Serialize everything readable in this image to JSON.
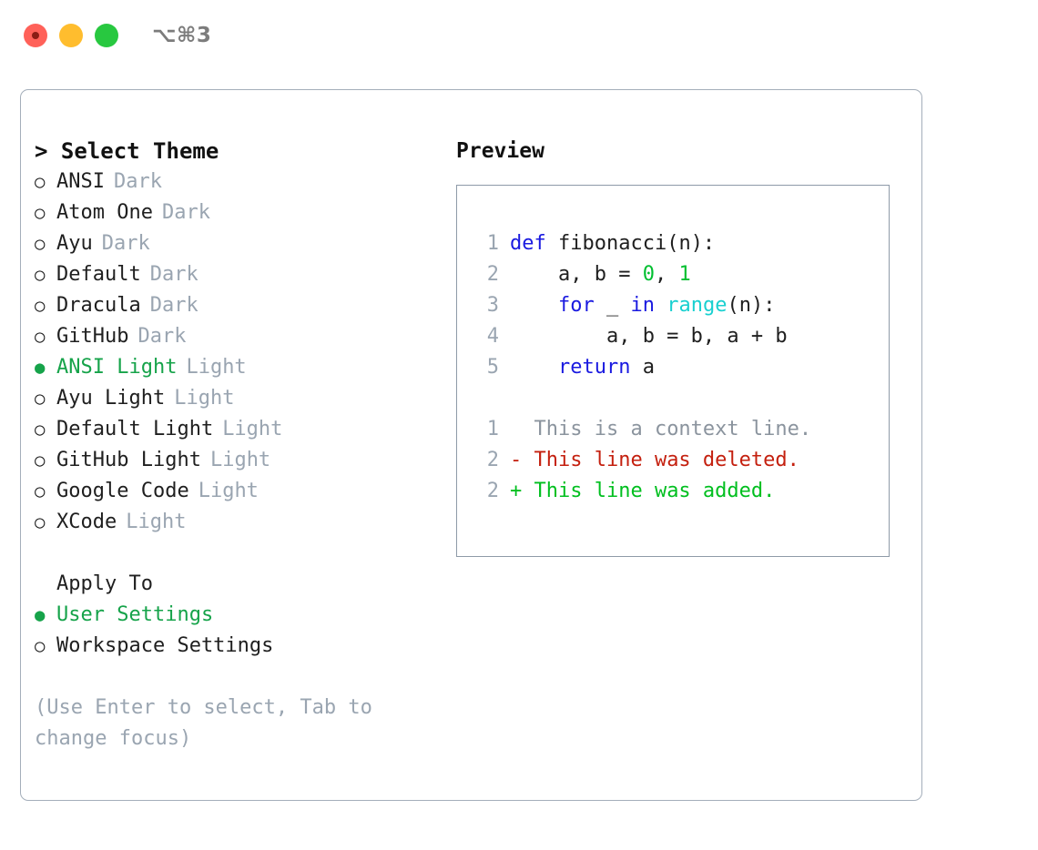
{
  "window": {
    "shortcut_label": "⌥⌘3",
    "traffic_lights": [
      "close",
      "minimize",
      "zoom"
    ]
  },
  "left": {
    "header": "> Select Theme",
    "themes": [
      {
        "bullet": "○",
        "name": "ANSI",
        "tag": "Dark",
        "selected": false
      },
      {
        "bullet": "○",
        "name": "Atom One",
        "tag": "Dark",
        "selected": false
      },
      {
        "bullet": "○",
        "name": "Ayu",
        "tag": "Dark",
        "selected": false
      },
      {
        "bullet": "○",
        "name": "Default",
        "tag": "Dark",
        "selected": false
      },
      {
        "bullet": "○",
        "name": "Dracula",
        "tag": "Dark",
        "selected": false
      },
      {
        "bullet": "○",
        "name": "GitHub",
        "tag": "Dark",
        "selected": false
      },
      {
        "bullet": "●",
        "name": "ANSI Light",
        "tag": "Light",
        "selected": true
      },
      {
        "bullet": "○",
        "name": "Ayu Light",
        "tag": "Light",
        "selected": false
      },
      {
        "bullet": "○",
        "name": "Default Light",
        "tag": "Light",
        "selected": false
      },
      {
        "bullet": "○",
        "name": "GitHub Light",
        "tag": "Light",
        "selected": false
      },
      {
        "bullet": "○",
        "name": "Google Code",
        "tag": "Light",
        "selected": false
      },
      {
        "bullet": "○",
        "name": "XCode",
        "tag": "Light",
        "selected": false
      }
    ],
    "apply_to": {
      "title": "Apply To",
      "options": [
        {
          "bullet": "●",
          "name": "User Settings",
          "selected": true
        },
        {
          "bullet": "○",
          "name": "Workspace Settings",
          "selected": false
        }
      ]
    },
    "hint": "(Use Enter to select, Tab to change focus)"
  },
  "right": {
    "header": "Preview",
    "code_lines": [
      {
        "no": "1",
        "tokens": [
          {
            "t": "def",
            "c": "kw"
          },
          {
            "t": " fibonacci(n):",
            "c": "txt"
          }
        ]
      },
      {
        "no": "2",
        "tokens": [
          {
            "t": "    a, b = ",
            "c": "txt"
          },
          {
            "t": "0",
            "c": "num"
          },
          {
            "t": ", ",
            "c": "txt"
          },
          {
            "t": "1",
            "c": "num"
          }
        ]
      },
      {
        "no": "3",
        "tokens": [
          {
            "t": "    ",
            "c": "txt"
          },
          {
            "t": "for",
            "c": "kw"
          },
          {
            "t": " _ ",
            "c": "txt"
          },
          {
            "t": "in",
            "c": "kw"
          },
          {
            "t": " ",
            "c": "txt"
          },
          {
            "t": "range",
            "c": "fn"
          },
          {
            "t": "(n):",
            "c": "txt"
          }
        ]
      },
      {
        "no": "4",
        "tokens": [
          {
            "t": "        a, b = b, a + b",
            "c": "txt"
          }
        ]
      },
      {
        "no": "5",
        "tokens": [
          {
            "t": "    ",
            "c": "txt"
          },
          {
            "t": "return",
            "c": "kw"
          },
          {
            "t": " a",
            "c": "txt"
          }
        ]
      }
    ],
    "diff_lines": [
      {
        "no": "1",
        "marker": " ",
        "text": " This is a context line.",
        "kind": "ctx"
      },
      {
        "no": "2",
        "marker": "-",
        "text": " This line was deleted.",
        "kind": "del"
      },
      {
        "no": "2",
        "marker": "+",
        "text": " This line was added.",
        "kind": "add"
      }
    ]
  },
  "colors": {
    "accent_green": "#16a34a",
    "keyword_blue": "#1a1ae0",
    "number_green": "#00bf30",
    "function_cyan": "#19d0d0",
    "diff_delete_red": "#c4200f",
    "diff_add_green": "#00bf1f",
    "muted_gray": "#9aa5b1",
    "border_gray": "#a4aeba",
    "traffic_red": "#ff6159",
    "traffic_yellow": "#ffbd2e",
    "traffic_green": "#28c840"
  }
}
